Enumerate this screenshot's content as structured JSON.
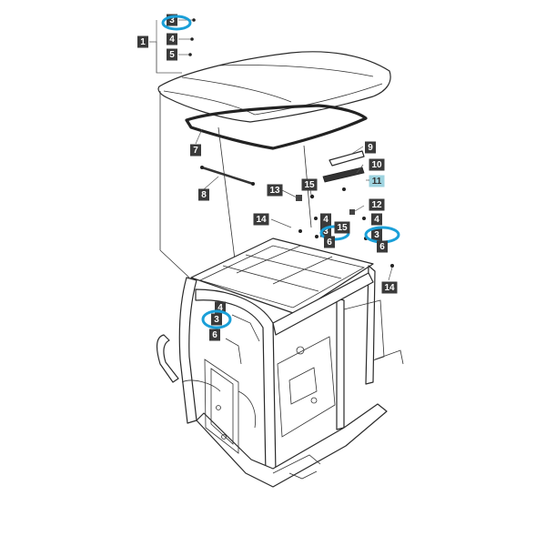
{
  "callouts": [
    {
      "id": "c1",
      "label": "1"
    },
    {
      "id": "c3a",
      "label": "3",
      "ring": true
    },
    {
      "id": "c4a",
      "label": "4"
    },
    {
      "id": "c5",
      "label": "5"
    },
    {
      "id": "c7",
      "label": "7"
    },
    {
      "id": "c8",
      "label": "8"
    },
    {
      "id": "c9",
      "label": "9"
    },
    {
      "id": "c10",
      "label": "10"
    },
    {
      "id": "c11",
      "label": "11",
      "highlight": true
    },
    {
      "id": "c13",
      "label": "13"
    },
    {
      "id": "c15a",
      "label": "15"
    },
    {
      "id": "c12",
      "label": "12"
    },
    {
      "id": "c14a",
      "label": "14"
    },
    {
      "id": "c4b",
      "label": "4"
    },
    {
      "id": "c3b",
      "label": "3",
      "ring": true
    },
    {
      "id": "c15b",
      "label": "15"
    },
    {
      "id": "c6a",
      "label": "6"
    },
    {
      "id": "c4c",
      "label": "4"
    },
    {
      "id": "c3c",
      "label": "3",
      "ring": true
    },
    {
      "id": "c6b",
      "label": "6"
    },
    {
      "id": "c14b",
      "label": "14"
    },
    {
      "id": "c4d",
      "label": "4"
    },
    {
      "id": "c3d",
      "label": "3",
      "ring": true
    },
    {
      "id": "c6c",
      "label": "6"
    }
  ],
  "colors": {
    "label_box": "#3a3a3a",
    "label_highlight": "#9ed3df",
    "ring": "#1a9fd8"
  }
}
